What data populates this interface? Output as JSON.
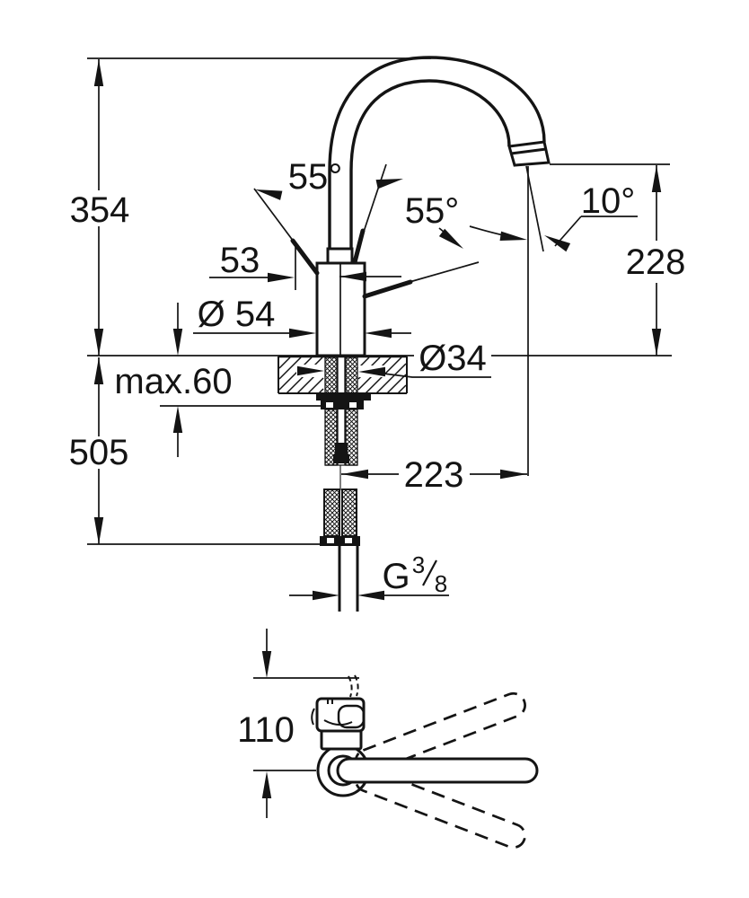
{
  "page": {
    "background": "#ffffff",
    "line_color": "#141414"
  },
  "drawing": {
    "kind": "technical-dimension-drawing",
    "subject": "single-lever kitchen faucet with high arc spout, side elevation and top view",
    "labels": {
      "height_above_deck": "354",
      "below_deck_depth": "505",
      "outlet_height": "228",
      "handle_offset": "53",
      "body_diameter": "Ø 54",
      "hole_diameter": "Ø34",
      "max_deck_thickness": "max.60",
      "spout_reach": "223",
      "handle_angle_left": "55°",
      "handle_angle_right": "55°",
      "outlet_angle": "10°",
      "thread_letter": "G",
      "thread_numerator": "3",
      "thread_denominator": "8",
      "center_to_front": "110"
    }
  }
}
